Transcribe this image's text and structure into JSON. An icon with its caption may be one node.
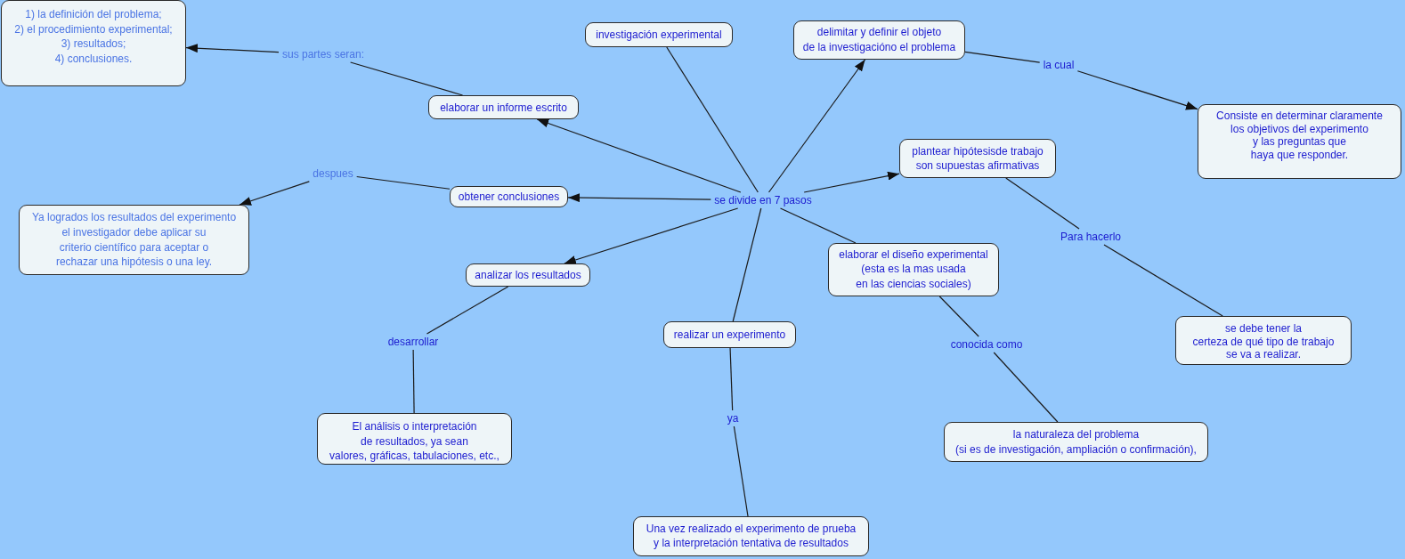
{
  "diagram": {
    "nodes": [
      {
        "text": [
          "1) la definición del problema; 2) el procedimiento experimental; 3) resultados; 4) conclusiones."
        ]
      },
      {
        "text": [
          "investigación experimental"
        ]
      },
      {
        "text": [
          "delimitar y definir el objeto de la investigacióno el problema"
        ]
      },
      {
        "text": [
          "sus partes seran:"
        ]
      },
      {
        "text": [
          "la cual"
        ]
      },
      {
        "text": [
          "elaborar un informe escrito"
        ]
      },
      {
        "text": [
          "Consiste en determinar claramente los objetivos del experimento y las preguntas que haya que responder."
        ]
      },
      {
        "text": [
          "plantear hipótesisde trabajo son supuestas afirmativas"
        ]
      },
      {
        "text": [
          "despues"
        ]
      },
      {
        "text": [
          "obtener conclusiones"
        ]
      },
      {
        "text": [
          "se divide en 7 pasos"
        ]
      },
      {
        "text": [
          "Ya logrados los resultados del experimento el investigador debe aplicar su criterio científico para aceptar o rechazar una hipótesis o una ley."
        ]
      },
      {
        "text": [
          "Para hacerlo"
        ]
      },
      {
        "text": [
          "elaborar el diseño experimental (esta es la mas usada en las ciencias sociales)"
        ]
      },
      {
        "text": [
          "analizar los resultados"
        ]
      },
      {
        "text": [
          "realizar un experimento"
        ]
      },
      {
        "text": [
          "se debe tener la certeza de qué tipo de trabajo se va a realizar."
        ]
      },
      {
        "text": [
          "desarrollar"
        ]
      },
      {
        "text": [
          "conocida como"
        ]
      },
      {
        "text": [
          "El análisis o interpretación de resultados, ya sean valores, gráficas, tabulaciones, etc.,"
        ]
      },
      {
        "text": [
          "ya"
        ]
      },
      {
        "text": [
          "la naturaleza del problema (si es de investigación, ampliación o confirmación),"
        ]
      },
      {
        "text": [
          "Una vez realizado el experimento de prueba y la interpretación tentativa de resultados"
        ]
      }
    ],
    "edges": [
      {
        "from": 1,
        "to": 10,
        "arrow": "none"
      },
      {
        "from": 10,
        "to": 2,
        "arrow": "to"
      },
      {
        "from": 10,
        "to": 7,
        "arrow": "to"
      },
      {
        "from": 10,
        "to": 13,
        "arrow": "none"
      },
      {
        "from": 10,
        "to": 15,
        "arrow": "none"
      },
      {
        "from": 10,
        "to": 14,
        "arrow": "to"
      },
      {
        "from": 10,
        "to": 9,
        "arrow": "to"
      },
      {
        "from": 10,
        "to": 5,
        "arrow": "to"
      },
      {
        "from": 2,
        "to": 4,
        "arrow": "none"
      },
      {
        "from": 4,
        "to": 6,
        "arrow": "to"
      },
      {
        "from": 7,
        "to": 12,
        "arrow": "none"
      },
      {
        "from": 12,
        "to": 16,
        "arrow": "none"
      },
      {
        "from": 13,
        "to": 18,
        "arrow": "none"
      },
      {
        "from": 18,
        "to": 21,
        "arrow": "none"
      },
      {
        "from": 15,
        "to": 20,
        "arrow": "none"
      },
      {
        "from": 20,
        "to": 22,
        "arrow": "none"
      },
      {
        "from": 14,
        "to": 17,
        "arrow": "none"
      },
      {
        "from": 17,
        "to": 19,
        "arrow": "none"
      },
      {
        "from": 9,
        "to": 8,
        "arrow": "none"
      },
      {
        "from": 8,
        "to": 11,
        "arrow": "to"
      },
      {
        "from": 5,
        "to": 3,
        "arrow": "none"
      },
      {
        "from": 3,
        "to": 0,
        "arrow": "to"
      }
    ]
  }
}
